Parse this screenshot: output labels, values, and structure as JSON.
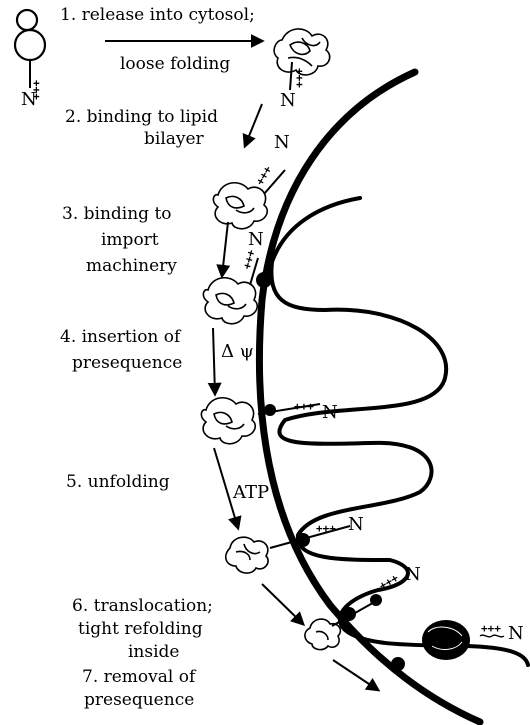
{
  "steps": [
    "1. release into cytosol;",
    "loose folding",
    "2. binding to lipid",
    "bilayer",
    "3. binding to",
    "import",
    "machinery",
    "4. insertion of",
    "presequence",
    "5. unfolding",
    "6. translocation;",
    "tight refolding",
    "inside",
    "7. removal of",
    "presequence"
  ],
  "symbols": {
    "n_terminus": "N",
    "membrane_potential": "Δ ψ",
    "atp": "ATP",
    "charges": "+++"
  }
}
